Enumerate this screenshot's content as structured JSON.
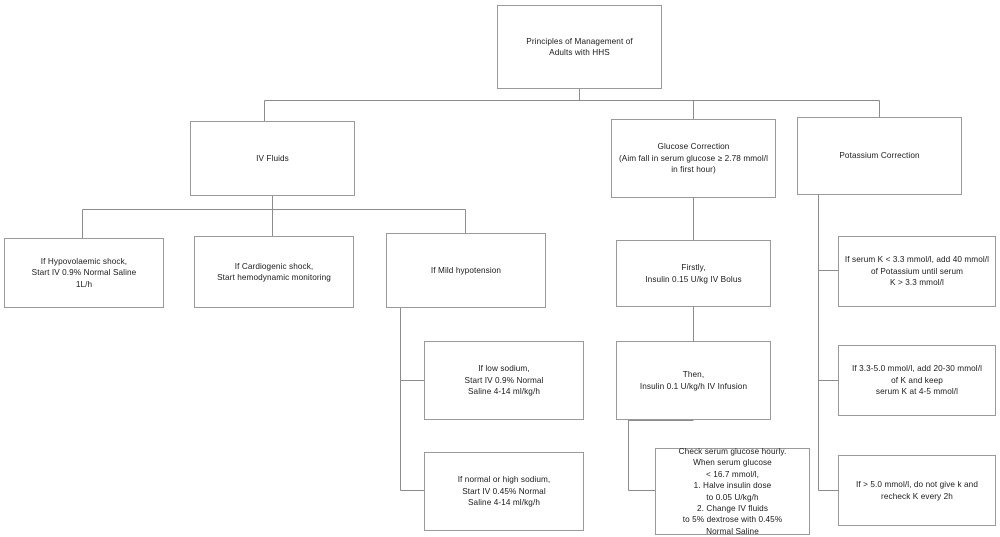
{
  "diagram": {
    "title": "Principles of Management of Adults with HHS",
    "type": "flowchart",
    "root": {
      "id": "root",
      "label": "Principles of Management of\nAdults with HHS"
    },
    "branches": [
      {
        "id": "iv-fluids",
        "label": "IV Fluids",
        "children": [
          {
            "id": "hypovolaemic-shock",
            "label": "If Hypovolaemic shock,\nStart IV 0.9% Normal Saline\n1L/h"
          },
          {
            "id": "cardiogenic-shock",
            "label": "If Cardiogenic shock,\nStart hemodynamic monitoring"
          },
          {
            "id": "mild-hypotension",
            "label": "If Mild hypotension",
            "children": [
              {
                "id": "low-sodium",
                "label": "If low sodium,\nStart IV 0.9% Normal\nSaline 4-14 ml/kg/h"
              },
              {
                "id": "normal-high-sodium",
                "label": "If normal or high sodium,\nStart IV 0.45% Normal\nSaline 4-14 ml/kg/h"
              }
            ]
          }
        ]
      },
      {
        "id": "glucose-correction",
        "label": "Glucose Correction\n(Aim fall in serum glucose ≥ 2.78 mmol/l\nin first hour)",
        "children": [
          {
            "id": "insulin-bolus",
            "label": "Firstly,\nInsulin 0.15 U/kg IV Bolus"
          },
          {
            "id": "insulin-infusion",
            "label": "Then,\nInsulin 0.1 U/kg/h IV Infusion"
          },
          {
            "id": "glucose-monitoring",
            "label": "Check serum glucose hourly.\nWhen serum glucose\n< 16.7 mmol/l,\n1. Halve insulin dose\nto 0.05 U/kg/h\n2. Change IV fluids\nto 5% dextrose with 0.45%\nNormal Saline"
          }
        ]
      },
      {
        "id": "potassium-correction",
        "label": "Potassium Correction",
        "children": [
          {
            "id": "k-low",
            "label": "If serum K < 3.3 mmol/l, add 40 mmol/l\nof Potassium until serum\nK > 3.3 mmol/l"
          },
          {
            "id": "k-mid",
            "label": "If 3.3-5.0 mmol/l, add 20-30 mmol/l\nof K and keep\nserum K at 4-5 mmol/l"
          },
          {
            "id": "k-high",
            "label": "If > 5.0 mmol/l, do not give k and\nrecheck K every 2h"
          }
        ]
      }
    ],
    "colors": {
      "box_border": "#9a9a9a",
      "connector": "#8c8c8c",
      "text": "#1a1a1a",
      "background": "#ffffff"
    }
  }
}
